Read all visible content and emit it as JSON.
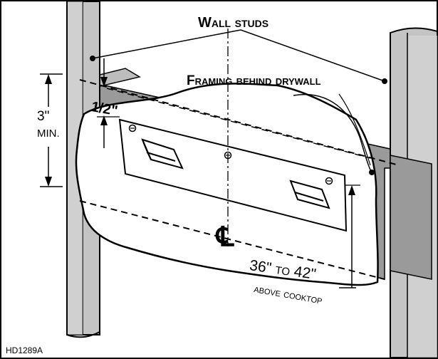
{
  "diagram": {
    "labels": {
      "wall_studs": "Wall studs",
      "framing": "Framing behind drywall",
      "half_inch": "1/2\"",
      "min_height_value": "3\"",
      "min_height_suffix": "MIN.",
      "centerline": "℄",
      "range_line1": "36\" to 42\"",
      "range_line2": "above cooktop",
      "figure_code": "HD1289A"
    },
    "colors": {
      "stud_fill": "#c4c4c4",
      "stud_dark": "#8f8f8f",
      "framing_fill": "#9a9a9a",
      "drywall_fill": "#ffffff",
      "ink": "#000000"
    }
  }
}
